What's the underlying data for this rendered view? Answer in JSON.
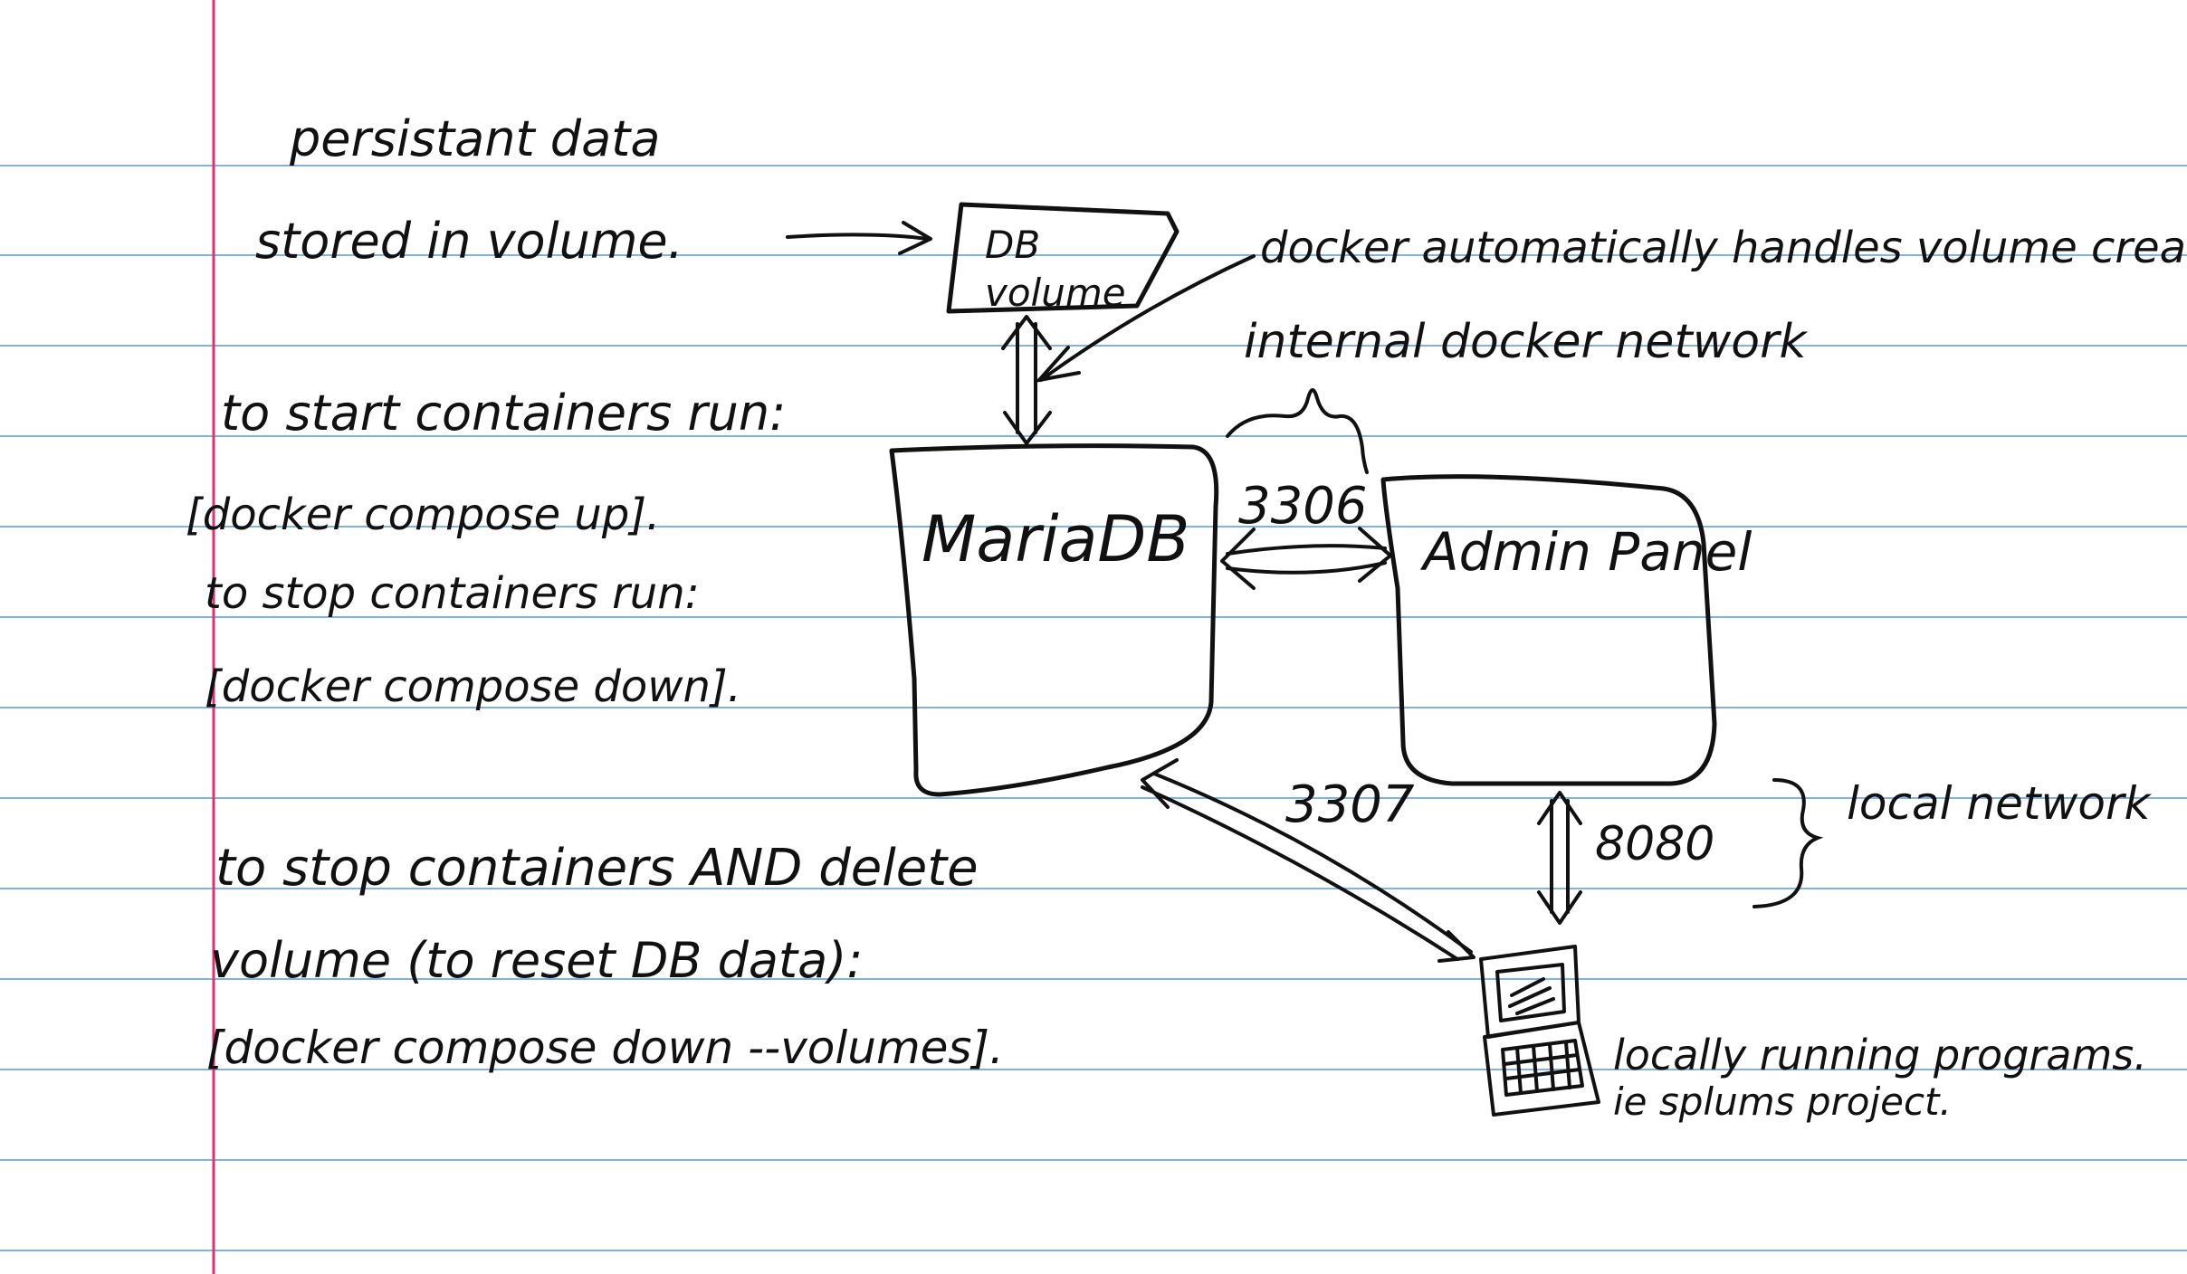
{
  "notes": {
    "persistent_line1": "persistant data",
    "persistent_line2": "stored in volume.",
    "start_label": "to start containers run:",
    "start_cmd": "[docker compose up].",
    "stop_label": "to stop containers run:",
    "stop_cmd": "[docker compose down].",
    "reset_line1": "to stop containers AND delete",
    "reset_line2": "volume (to reset DB data):",
    "reset_cmd": "[docker compose down --volumes]."
  },
  "diagram": {
    "volume_line1": "DB",
    "volume_line2": "volume",
    "volume_note": "docker automatically handles volume creation.",
    "internal_network": "internal docker network",
    "mariadb": "MariaDB",
    "admin_panel": "Admin Panel",
    "port_internal": "3306",
    "port_mariadb_local": "3307",
    "port_admin_local": "8080",
    "local_network": "local network",
    "local_programs_line1": "locally running programs.",
    "local_programs_line2": "ie splums project."
  },
  "colors": {
    "rule_line": "#7fb2e5",
    "margin_line": "#e0306f",
    "ink": "#111111"
  }
}
